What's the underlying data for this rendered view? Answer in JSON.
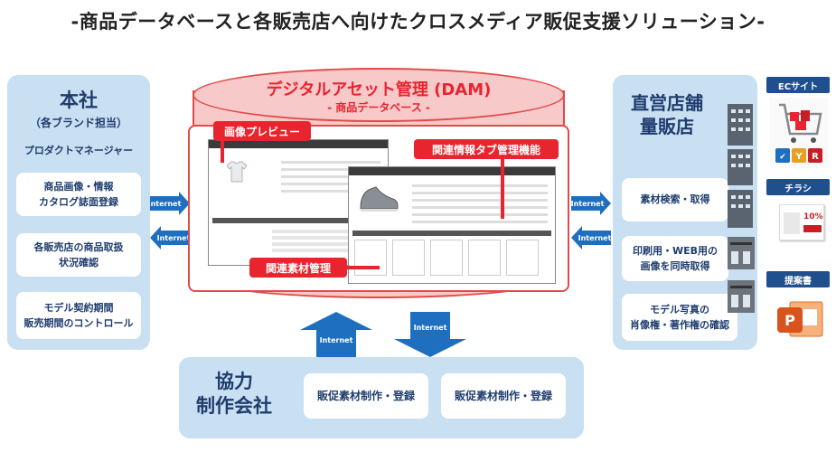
{
  "title": "-商品データベースと各販売店へ向けたクロスメディア販促支援ソリューション-",
  "colors": {
    "panel": "#c9dff2",
    "accent_red": "#e8242e",
    "arrow_blue": "#1f6fc0",
    "navy": "#1f3c6e"
  },
  "honsha": {
    "title": "本社",
    "subtitle": "（各ブランド担当）",
    "role": "プロダクトマネージャー",
    "items": [
      "商品画像・情報\nカタログ誌面登録",
      "各販売店の商品取扱\n状況確認",
      "モデル契約期間\n販売期間のコントロール"
    ]
  },
  "dam": {
    "title": "デジタルアセット管理 (DAM)",
    "subtitle": "- 商品データベース -",
    "label_preview": "画像プレビュー",
    "label_tab": "関連情報タブ管理機能",
    "label_assets": "関連素材管理"
  },
  "store": {
    "title": "直営店舗\n量販店",
    "items": [
      "素材検索・取得",
      "印刷用・WEB用の\n画像を同時取得",
      "モデル写真の\n肖像権・著作権の確認"
    ]
  },
  "partner": {
    "title": "協力\n制作会社",
    "items": [
      "販促素材制作・登録",
      "販促素材制作・登録"
    ]
  },
  "arrows": {
    "label": "Internet"
  },
  "channels": [
    {
      "label": "ECサイト",
      "icon": "shopping-cart-icon"
    },
    {
      "label": "チラシ",
      "icon": "flyer-icon"
    },
    {
      "label": "提案書",
      "icon": "presentation-icon"
    }
  ],
  "flyer_text": "10%"
}
